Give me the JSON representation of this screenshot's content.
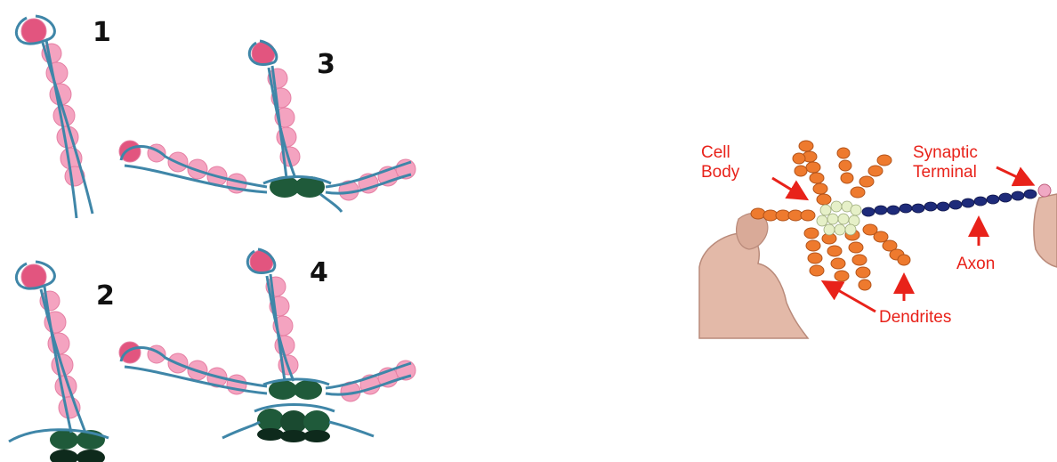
{
  "steps": [
    {
      "number": "1"
    },
    {
      "number": "2"
    },
    {
      "number": "3"
    },
    {
      "number": "4"
    }
  ],
  "neuron_labels": {
    "cell_body_line1": "Cell",
    "cell_body_line2": "Body",
    "synaptic_line1": "Synaptic",
    "synaptic_line2": "Terminal",
    "axon": "Axon",
    "dendrites": "Dendrites"
  },
  "colors": {
    "bead_pink": "#f4a3c0",
    "bead_pink_dark": "#e2557f",
    "cord_blue": "#3f86a8",
    "bead_green": "#1f5a3a",
    "bead_orange": "#ee7a2e",
    "bead_navy": "#1e2b7a",
    "bead_pale": "#e6f0c8",
    "skin": "#e3b9a8",
    "label_red": "#e8221a"
  }
}
